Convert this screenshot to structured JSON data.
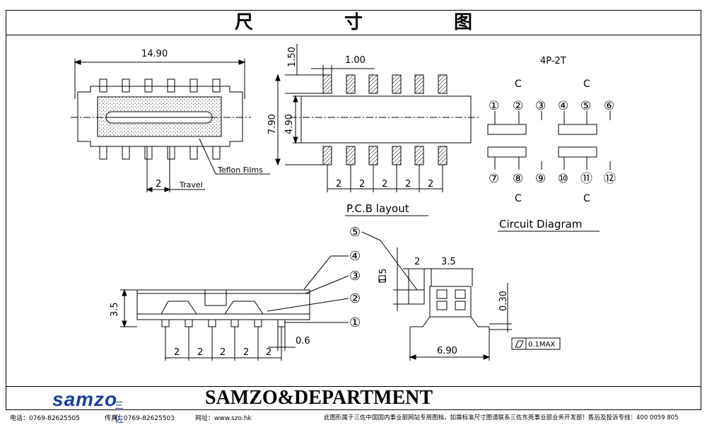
{
  "title": "尺    寸    图",
  "top_view": {
    "width_label": "14.90",
    "travel_value": "2",
    "travel_label": "Travel",
    "film_label": "Teflon Films"
  },
  "pcb": {
    "pitch": "1.00",
    "pad_len": "1.50",
    "outer": "7.90",
    "inner": "4.90",
    "spacings": [
      "2",
      "2",
      "2",
      "2",
      "2"
    ],
    "label": "P.C.B layout"
  },
  "circuit": {
    "type": "4P-2T",
    "c_label": "C",
    "top_pins": [
      "①",
      "②",
      "③",
      "④",
      "⑤",
      "⑥"
    ],
    "bottom_pins": [
      "⑦",
      "⑧",
      "⑨",
      "⑩",
      "⑪",
      "⑫"
    ],
    "label": "Circuit Diagram"
  },
  "side_view": {
    "height": "3.5",
    "spacings": [
      "2",
      "2",
      "2",
      "2",
      "2"
    ],
    "pin_width": "0.6",
    "callouts": [
      "①",
      "②",
      "③",
      "④",
      "⑤"
    ]
  },
  "end_view": {
    "d1": "1.5",
    "d2": "2",
    "d3": "3.5",
    "thickness": "0.30",
    "width": "6.90",
    "tolerance": "0.1MAX"
  },
  "footer": {
    "brand": "samzo",
    "brand_cn": "三佐",
    "department": "SAMZO&DEPARTMENT",
    "phone": "电话：0769-82625505",
    "fax": "传真：0769-82625503",
    "web": "网址：www.szo.hk",
    "notice": "此图形属于三佐中国国内事业部网站专用图档，如需标准尺寸图请联系三佐东莞事业部业务开发部！售后及投诉专线：400 0059 805"
  }
}
